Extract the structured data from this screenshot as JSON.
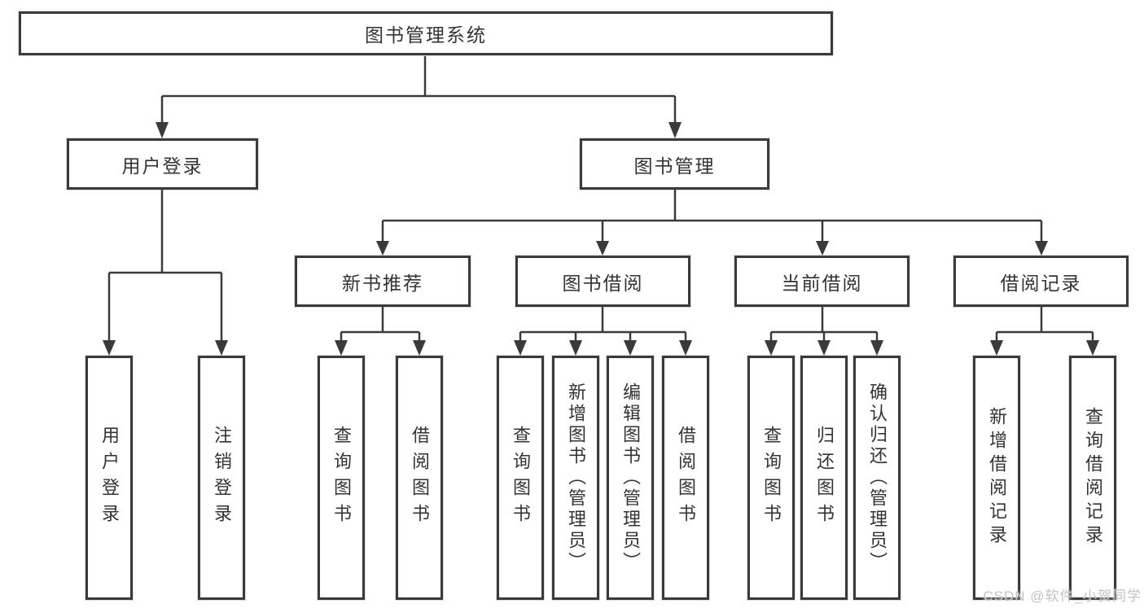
{
  "nodes": {
    "root": "图书管理系统",
    "user_login": "用户登录",
    "book_management": "图书管理",
    "new_book_recommend": "新书推荐",
    "book_borrow": "图书借阅",
    "current_borrow": "当前借阅",
    "borrow_records": "借阅记录"
  },
  "leaves": {
    "login": [
      "用户登录",
      "注销登录"
    ],
    "recommend": [
      "查询图书",
      "借阅图书"
    ],
    "borrow": [
      "查询图书",
      "新增图书（管理员）",
      "编辑图书（管理员）",
      "借阅图书"
    ],
    "current": [
      "查询图书",
      "归还图书",
      "确认归还（管理员）"
    ],
    "records": [
      "新增借阅记录",
      "查询借阅记录"
    ]
  },
  "watermark": "CSDN @软件_小贺同学",
  "colors": {
    "line": "#3a3a3a",
    "text": "#333333",
    "watermark": "#c3c3c3",
    "background": "#ffffff"
  }
}
